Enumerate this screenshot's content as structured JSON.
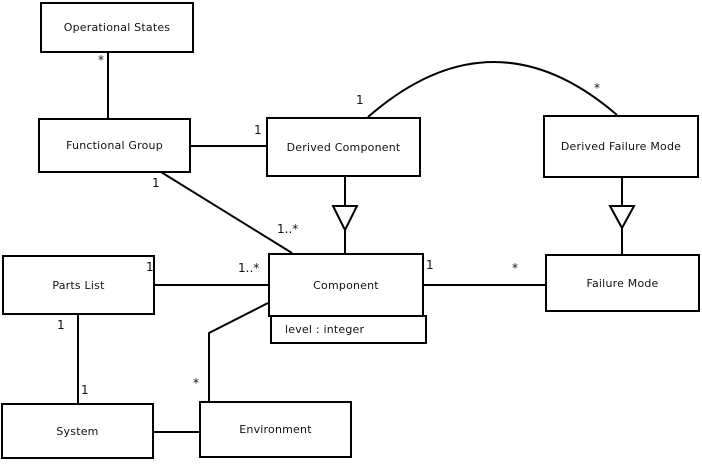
{
  "diagram": {
    "kind": "uml-class-diagram",
    "colors": {
      "background": "#ffffff",
      "line": "#000000",
      "text": "#111111"
    }
  },
  "classes": {
    "operational_states": {
      "name": "Operational States"
    },
    "functional_group": {
      "name": "Functional Group"
    },
    "derived_component": {
      "name": "Derived Component"
    },
    "derived_failure_mode": {
      "name": "Derived Failure Mode"
    },
    "parts_list": {
      "name": "Parts List"
    },
    "component": {
      "name": "Component",
      "attribute": "level : integer"
    },
    "failure_mode": {
      "name": "Failure Mode"
    },
    "system": {
      "name": "System"
    },
    "environment": {
      "name": "Environment"
    }
  },
  "associations": {
    "operational_states__functional_group": {
      "end_operational_states": "*"
    },
    "functional_group__derived_component": {
      "end_derived_component": "1"
    },
    "functional_group__component": {
      "end_functional_group": "1",
      "end_component": "1..*"
    },
    "derived_component__derived_failure_mode": {
      "end_derived_component": "1",
      "end_derived_failure_mode": "*"
    },
    "parts_list__component": {
      "end_parts_list": "1",
      "end_component": "1..*"
    },
    "component__failure_mode": {
      "end_component": "1",
      "end_failure_mode": "*"
    },
    "parts_list__system": {
      "end_parts_list": "1",
      "end_system": "1"
    },
    "system__environment": {},
    "environment__component": {
      "end_environment": "*"
    }
  },
  "generalizations": [
    {
      "child": "Derived Component",
      "parent": "Component"
    },
    {
      "child": "Derived Failure Mode",
      "parent": "Failure Mode"
    }
  ]
}
